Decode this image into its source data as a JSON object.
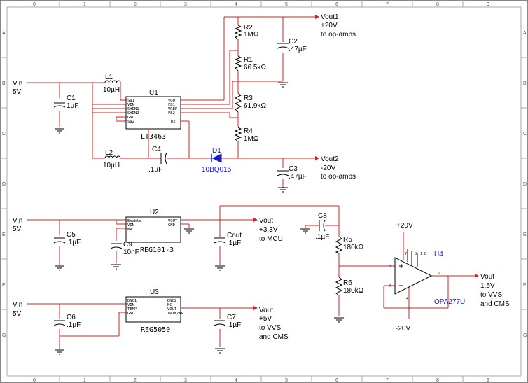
{
  "sheet": {
    "columns": [
      "0",
      "1",
      "2",
      "3",
      "4",
      "5",
      "6",
      "7",
      "8",
      "9"
    ],
    "rows": [
      "A",
      "B",
      "C",
      "D",
      "E",
      "F",
      "G"
    ]
  },
  "labels": {
    "vin": "Vin",
    "v5": "5V"
  },
  "section1": {
    "L1": {
      "ref": "L1",
      "value": "10µH"
    },
    "L2": {
      "ref": "L2",
      "value": "10µH"
    },
    "C1": {
      "ref": "C1",
      "value": "1µF"
    },
    "C2": {
      "ref": "C2",
      "value": ".47µF"
    },
    "C3": {
      "ref": "C3",
      "value": ".47µF"
    },
    "C4": {
      "ref": "C4",
      "value": ".1µF"
    },
    "R1": {
      "ref": "R1",
      "value": "66.5kΩ"
    },
    "R2": {
      "ref": "R2",
      "value": "1MΩ"
    },
    "R3": {
      "ref": "R3",
      "value": "61.9kΩ"
    },
    "R4": {
      "ref": "R4",
      "value": "1MΩ"
    },
    "D1": {
      "ref": "D1",
      "value": "10BQ015"
    },
    "U1": {
      "ref": "U1",
      "part": "LT3463",
      "pins_left": [
        "SW1",
        "VIN",
        "SHDN1",
        "SHDN2",
        "GND",
        "SW2"
      ],
      "pins_right": [
        "VOUT",
        "FB1",
        "VREF",
        "FB2",
        "D2"
      ]
    },
    "vout1": {
      "name": "Vout1",
      "value": "+20V",
      "dest": "to op-amps"
    },
    "vout2": {
      "name": "Vout2",
      "value": "-20V",
      "dest": "to op-amps"
    }
  },
  "section2": {
    "C5": {
      "ref": "C5",
      "value": ".1µF"
    },
    "C9": {
      "ref": "C9",
      "value": "10nF"
    },
    "Cout": {
      "ref": "Cout",
      "value": ".1µF"
    },
    "C8": {
      "ref": "C8",
      "value": ".1µF"
    },
    "R5": {
      "ref": "R5",
      "value": "180kΩ"
    },
    "R6": {
      "ref": "R6",
      "value": "180kΩ"
    },
    "U2": {
      "ref": "U2",
      "part": "REG101-3",
      "pins_left": [
        "Enable",
        "VIN",
        "NR"
      ],
      "pins_right": [
        "VOUT",
        "GND"
      ]
    },
    "U4": {
      "ref": "U4",
      "part": "OPA277U",
      "pins": [
        "7",
        "5",
        "1",
        "8",
        "3",
        "2",
        "6",
        "4"
      ]
    },
    "vout": {
      "name": "Vout",
      "value": "+3.3V",
      "dest": "to MCU"
    },
    "vplus": "+20V",
    "vminus": "-20V",
    "vout_op": {
      "name": "Vout",
      "value": "1.5V",
      "dest1": "to VVS",
      "dest2": "and CMS"
    }
  },
  "section3": {
    "C6": {
      "ref": "C6",
      "value": ".1µF"
    },
    "C7": {
      "ref": "C7",
      "value": ".1µF"
    },
    "U3": {
      "ref": "U3",
      "part": "REG5050",
      "pins_left": [
        "DNC1",
        "VIN",
        "TEMP",
        "GND"
      ],
      "pins_right": [
        "DNC2",
        "NC",
        "VOUT",
        "TRIM/NR"
      ]
    },
    "vout": {
      "name": "Vout",
      "value": "+5V",
      "dest1": "to VVS",
      "dest2": "and CMS"
    }
  }
}
